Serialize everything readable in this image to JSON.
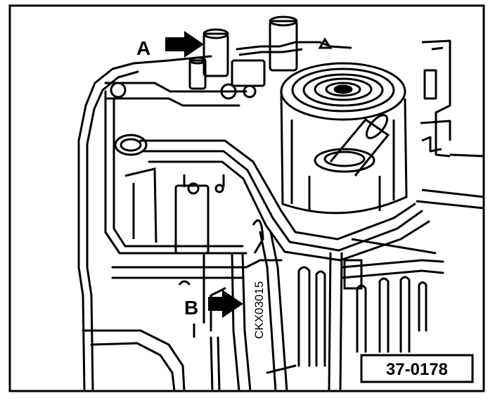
{
  "labels": {
    "a": "A",
    "b": "B"
  },
  "part_code": "CKX03015",
  "figure_number": "37-0178",
  "colors": {
    "ink": "#000000",
    "paper": "#ffffff"
  }
}
